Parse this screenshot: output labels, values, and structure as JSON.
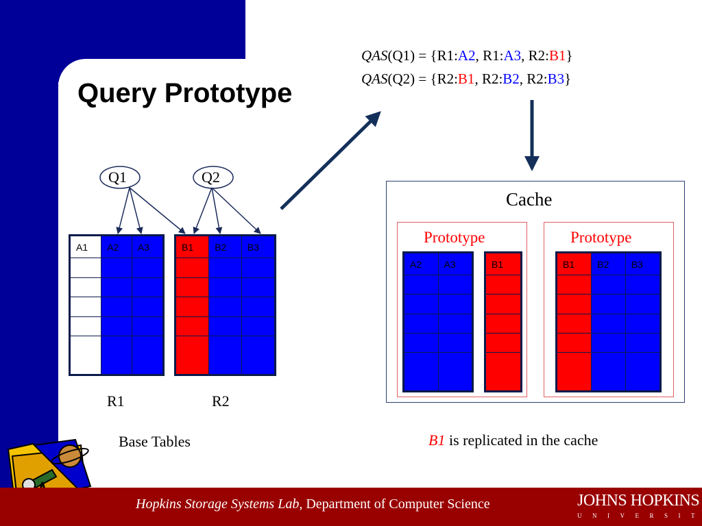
{
  "slide": {
    "title": "Query Prototype",
    "qas_func": "QAS",
    "qas_lines": [
      {
        "arg": "(Q1) = {",
        "items": [
          {
            "pre": "R1:",
            "val": "A2",
            "color": "#0000ff",
            "sep": ", "
          },
          {
            "pre": "R1:",
            "val": "A3",
            "color": "#0000ff",
            "sep": ", "
          },
          {
            "pre": "R2:",
            "val": "B1",
            "color": "#ff0000",
            "sep": "}"
          }
        ]
      },
      {
        "arg": "(Q2) = {",
        "items": [
          {
            "pre": "R2:",
            "val": "B1",
            "color": "#ff0000",
            "sep": ", "
          },
          {
            "pre": "R2:",
            "val": "B2",
            "color": "#0000ff",
            "sep": ", "
          },
          {
            "pre": "R2:",
            "val": "B3",
            "color": "#0000ff",
            "sep": "}"
          }
        ]
      }
    ],
    "queries": [
      "Q1",
      "Q2"
    ],
    "tables": {
      "r1": {
        "label": "R1",
        "headers": [
          "A1",
          "A2",
          "A3"
        ]
      },
      "r2": {
        "label": "R2",
        "headers": [
          "B1",
          "B2",
          "B3"
        ]
      },
      "caption": "Base Tables"
    },
    "cache": {
      "title": "Cache",
      "prototype_label": "Prototype",
      "proto1": {
        "group1": [
          "A2",
          "A3"
        ],
        "group2": [
          "B1"
        ]
      },
      "proto2": {
        "headers": [
          "B1",
          "B2",
          "B3"
        ]
      }
    },
    "note": {
      "emph": "B1",
      "rest": " is replicated in the cache"
    },
    "footer": {
      "lab": "Hopkins Storage Systems Lab",
      "rest": ", Department of Computer Science",
      "logo_name": "JOHNS HOPKINS",
      "logo_sub": "UNIVERSITY"
    },
    "colors": {
      "background_blue": "#000099",
      "footer_red": "#990000",
      "cell_blue": "#0000ff",
      "cell_red": "#ff0000"
    }
  }
}
